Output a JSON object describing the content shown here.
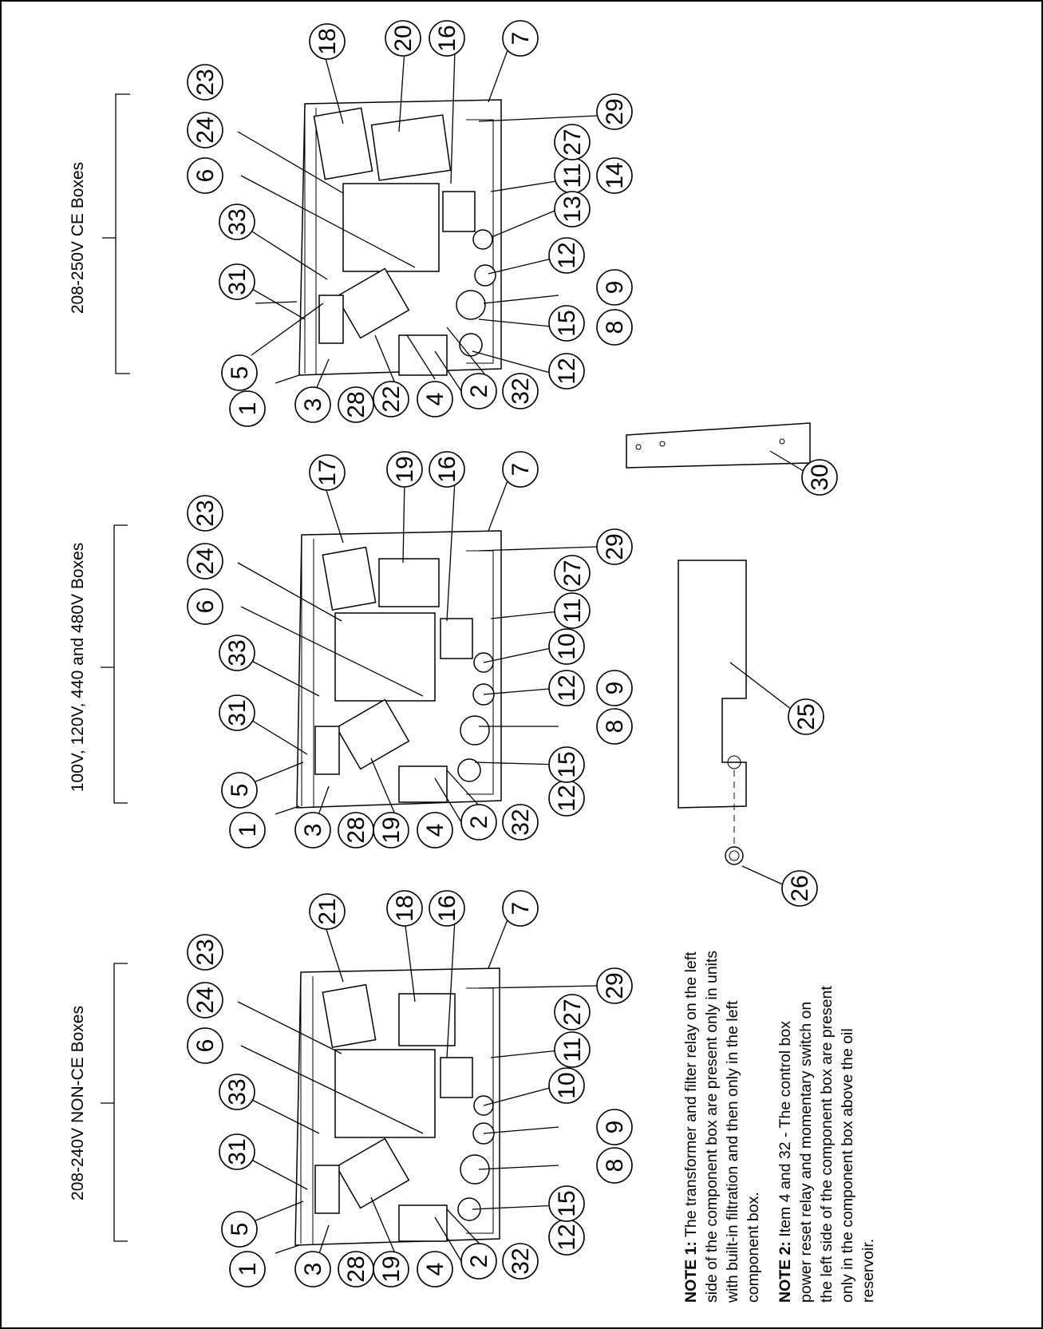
{
  "title_groups": {
    "ce": "208-250V CE Boxes",
    "mid": "100V, 120V, 440 and 480V Boxes",
    "nonce": "208-240V NON-CE Boxes"
  },
  "callouts": {
    "ce": [
      "1",
      "2",
      "3",
      "4",
      "5",
      "6",
      "7",
      "8",
      "9",
      "11",
      "12",
      "12",
      "13",
      "14",
      "15",
      "16",
      "18",
      "20",
      "22",
      "23",
      "24",
      "27",
      "28",
      "29",
      "31",
      "32",
      "33"
    ],
    "mid": [
      "1",
      "2",
      "3",
      "4",
      "5",
      "6",
      "7",
      "8",
      "9",
      "10",
      "11",
      "12",
      "12",
      "15",
      "16",
      "17",
      "19",
      "19",
      "23",
      "24",
      "27",
      "28",
      "29",
      "31",
      "32",
      "33"
    ],
    "nonce": [
      "1",
      "2",
      "3",
      "4",
      "5",
      "6",
      "7",
      "8",
      "9",
      "10",
      "11",
      "12",
      "15",
      "16",
      "18",
      "19",
      "21",
      "23",
      "24",
      "27",
      "28",
      "29",
      "31",
      "32",
      "33"
    ],
    "extras": [
      "25",
      "26",
      "30"
    ]
  },
  "notes": {
    "note1_label": "NOTE 1:",
    "note1_lines": [
      "  The transformer and filter relay on the left",
      "side of the component box are present only in units",
      "with built-in filtration and then only in the left",
      "component box."
    ],
    "note2_label": "NOTE 2:",
    "note2_lines": [
      "  Item 4 and 32 - The control box",
      "power reset relay and momentary switch on",
      "the left side of the component box are present",
      "only in the component box above the oil",
      "reservoir."
    ]
  }
}
